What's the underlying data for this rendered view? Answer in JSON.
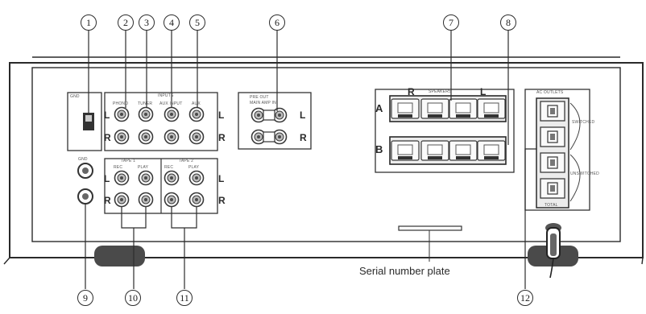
{
  "callouts": [
    "1",
    "2",
    "3",
    "4",
    "5",
    "6",
    "7",
    "8",
    "9",
    "10",
    "11",
    "12"
  ],
  "panel_text": {
    "phono": "PHONO",
    "tuner": "TUNER",
    "aux_inputs": "AUX INPUT",
    "aux": "AUX",
    "inputs": "INPUTS",
    "pre_out": "PRE OUT",
    "main_amp": "MAIN AMP IN",
    "speakers": "SPEAKERS",
    "ac_outlets": "AC OUTLETS",
    "switched": "SWITCHED",
    "unswitched": "UNSWITCHED",
    "total": "TOTAL",
    "gnd": "GND",
    "tape1": "TAPE 1",
    "tape2": "TAPE 2",
    "rec": "REC",
    "play": "PLAY",
    "ch_l": "L",
    "ch_r": "R",
    "group_a": "A",
    "group_b": "B"
  },
  "serial_label": "Serial number plate"
}
